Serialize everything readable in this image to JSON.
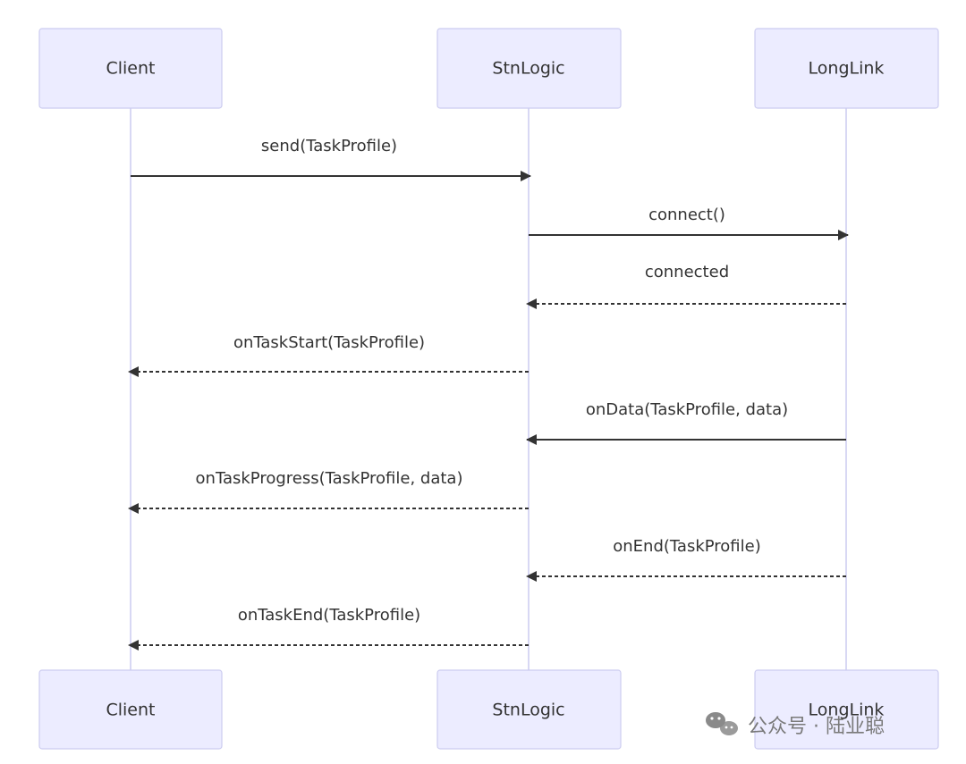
{
  "diagram": {
    "type": "sequence",
    "participants": [
      {
        "id": "client",
        "label": "Client"
      },
      {
        "id": "stnlogic",
        "label": "StnLogic"
      },
      {
        "id": "longlink",
        "label": "LongLink"
      }
    ],
    "messages": [
      {
        "from": "client",
        "to": "stnlogic",
        "label": "send(TaskProfile)",
        "style": "solid"
      },
      {
        "from": "stnlogic",
        "to": "longlink",
        "label": "connect()",
        "style": "solid"
      },
      {
        "from": "longlink",
        "to": "stnlogic",
        "label": "connected",
        "style": "dashed"
      },
      {
        "from": "stnlogic",
        "to": "client",
        "label": "onTaskStart(TaskProfile)",
        "style": "dashed"
      },
      {
        "from": "longlink",
        "to": "stnlogic",
        "label": "onData(TaskProfile, data)",
        "style": "solid"
      },
      {
        "from": "stnlogic",
        "to": "client",
        "label": "onTaskProgress(TaskProfile, data)",
        "style": "dashed"
      },
      {
        "from": "longlink",
        "to": "stnlogic",
        "label": "onEnd(TaskProfile)",
        "style": "dashed"
      },
      {
        "from": "stnlogic",
        "to": "client",
        "label": "onTaskEnd(TaskProfile)",
        "style": "dashed"
      }
    ]
  },
  "watermark": {
    "text": "公众号 · 陆业聪",
    "icon": "wechat-icon"
  }
}
